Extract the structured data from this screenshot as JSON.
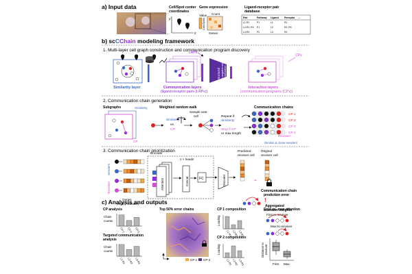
{
  "sectionA": {
    "title": "a) Input data",
    "coords_label_1": "Cell/Spot center",
    "coords_label_2": "coordinates",
    "expr_label": "Gene expression",
    "lr_label_1": "Ligand-receptor pair",
    "lr_label_2": "database",
    "value_label": "Value",
    "count_label": "Count",
    "genes_label": "Genes",
    "cells_label": "Cells/Spots",
    "axis_x": "x",
    "axis_y": "y",
    "db_headers": [
      "Pair",
      "Pathway",
      "Ligand",
      "Receptor",
      "..."
    ],
    "db_rows": [
      [
        "L1-R1",
        "P1",
        "L1",
        "R1",
        ""
      ],
      [
        "L2-R2, R3",
        "P1",
        "L2",
        "R2, R3",
        ""
      ],
      [
        "L3-R3",
        "P2",
        "L3",
        "R3",
        ""
      ]
    ]
  },
  "sectionB": {
    "title_prefix": "b) sc",
    "title_brand_c": "C",
    "title_brand_rest": "Chain",
    "title_suffix": " modeling framework",
    "step1": "1. Multi-layer cell graph construction and communication program discovery",
    "lrps_tag": "LRPs",
    "cps_tag": "CPs",
    "similarity_layer": "Similarity layer",
    "comm_layers_1": "Communication layers",
    "comm_layers_2": "(ligand-receptor pairs (LRPs))",
    "interaction_layers_1": "Interaction layers",
    "interaction_layers_2": "(communication programs (CPs))",
    "nmf_1": "Structured",
    "nmf_2": "non-negative matrix",
    "nmf_3": "factorization",
    "step2": "2. Communication chain generation",
    "subgraphs": "Subgraphs",
    "similarity_tag": "Similarity",
    "cp_tag": "CP",
    "weighted_walk": "Weighted random walk",
    "sim_vs_1": "Similarity",
    "sim_vs_2": "vs.",
    "sim_vs_3": "CP",
    "sample_1": "Sample next",
    "sample_2": "cell",
    "repeat_1": "Repeat if",
    "repeat_2": "Similarity",
    "stop_1": "Stop if CP",
    "stop_2": "or max length",
    "comm_chains": "Communication chains",
    "cp_labels": [
      "CP 1",
      "CP 2",
      "CP 3",
      "CP 4"
    ],
    "receiver_tag": "Receiver",
    "senders_note": "Similar & close senders",
    "step3": "3. Communication chain prioritization",
    "encoder": "Encoder",
    "n_heads": "n × heads",
    "attention": "Attention",
    "concat": "Concat",
    "fc": "FC",
    "decoder": "Decoder",
    "senders": "Senders",
    "receiver": "Receiver",
    "genes_1": "Genes",
    "genes_2": "(highly variable)",
    "predicted_1": "Predicted",
    "predicted_2": "receiver cell",
    "original_1": "Original",
    "original_2": "receiver cell",
    "pred_error_1": "Communication chain",
    "pred_error_2": "prediction error",
    "agg_1": "Aggregated",
    "agg_2": "attention weights"
  },
  "sectionC": {
    "title": "c) Analysis and outputs",
    "cp_analysis": "CP analysis",
    "chain_counts_1": "Chain",
    "chain_counts_2": "counts",
    "cp_ticks": [
      "CP 1",
      "CP 2",
      "CP 3"
    ],
    "cp_bars": [
      0.9,
      0.45,
      0.7
    ],
    "targeted_1": "Targeted communication",
    "targeted_2": "analysis",
    "lr_ticks": [
      "L1-R1",
      "L2-R2",
      "L3-R3"
    ],
    "lr_bars": [
      0.95,
      0.55,
      0.8
    ],
    "top50": "Top 50% error chains",
    "legend_cp1": "CP 1",
    "legend_cp2": "CP 2",
    "cp1_comp": "CP 1 composition",
    "cp2_comp": "CP 2 composition",
    "loading": "Loading",
    "cp1_ticks": [
      "L1-R1",
      "L2-R2",
      "L3-R3"
    ],
    "cp1_bars": [
      0.9,
      0.3,
      0.6
    ],
    "cp2_ticks": [
      "L1-R1",
      "L2-R2",
      "L3-R3"
    ],
    "cp2_bars": [
      0.35,
      0.85,
      0.5
    ],
    "first_vs_max": "First vs. max attention",
    "first_to_receiver": "First to receiver",
    "max_to_receiver": "Max to receiver",
    "distance_1": "Distance to",
    "distance_2": "receiver",
    "box_ticks": [
      "First",
      "Max"
    ]
  },
  "colors": {
    "purple": "#8e2bd9",
    "magenta": "#d24ad8",
    "blue": "#3a66c4",
    "red": "#e02020",
    "orange": "#f4a64a",
    "lightpurple": "#e7c6f5",
    "teal": "#1aa3b8"
  }
}
